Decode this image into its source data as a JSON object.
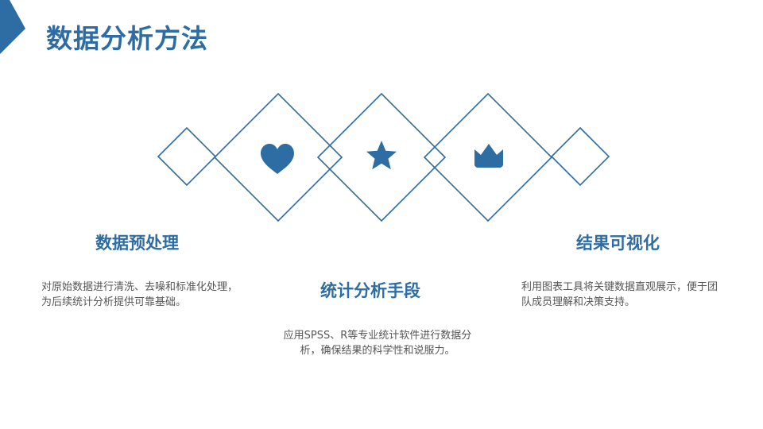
{
  "page": {
    "title": "数据分析方法"
  },
  "colors": {
    "accent": "#2e6da4",
    "text": "#555555",
    "background": "#ffffff"
  },
  "diagram": {
    "icons": [
      "heart-icon",
      "star-icon",
      "crown-icon"
    ]
  },
  "sections": [
    {
      "heading": "数据预处理",
      "description": "对原始数据进行清洗、去噪和标准化处理，为后续统计分析提供可靠基础。"
    },
    {
      "heading": "统计分析手段",
      "description": "应用SPSS、R等专业统计软件进行数据分析，确保结果的科学性和说服力。"
    },
    {
      "heading": "结果可视化",
      "description": "利用图表工具将关键数据直观展示，便于团队成员理解和决策支持。"
    }
  ]
}
